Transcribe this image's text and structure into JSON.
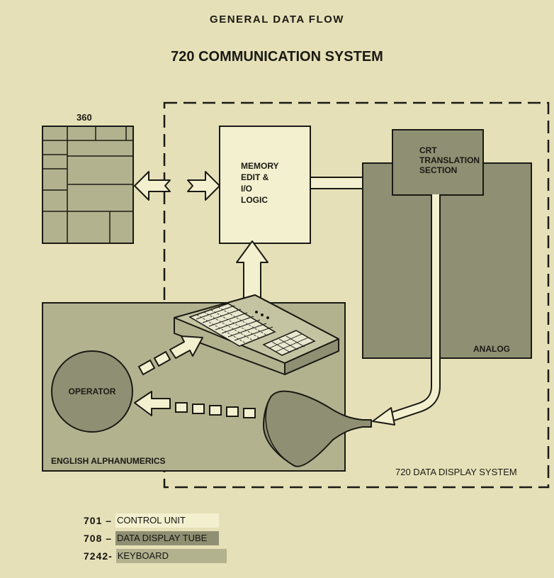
{
  "header": {
    "title": "GENERAL DATA FLOW",
    "subtitle": "720 COMMUNICATION SYSTEM"
  },
  "blocks": {
    "system_360": "360",
    "memory_logic": [
      "MEMORY",
      "EDIT &",
      "I/O",
      "LOGIC"
    ],
    "crt_translation": [
      "CRT",
      "TRANSLATION",
      "SECTION"
    ],
    "analog": "ANALOG",
    "operator": "OPERATOR",
    "english_alphanumerics": "ENGLISH ALPHANUMERICS",
    "data_display_system": "720 DATA DISPLAY SYSTEM"
  },
  "legend": [
    {
      "number": "701",
      "label": "CONTROL UNIT",
      "color": "#f3f0cf"
    },
    {
      "number": "708",
      "label": "DATA DISPLAY TUBE",
      "color": "#8f9073"
    },
    {
      "number": "7242",
      "label": "KEYBOARD",
      "color": "#b3b28f"
    }
  ],
  "colors": {
    "background": "#e6e0b8",
    "control_unit": "#f3f0cf",
    "display_tube": "#8f9073",
    "keyboard": "#b3b28f",
    "ink": "#1a1a14"
  }
}
